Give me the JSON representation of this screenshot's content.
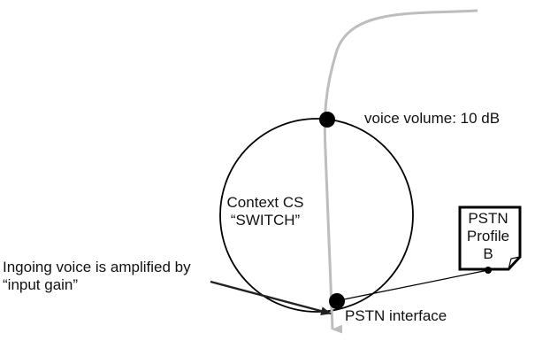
{
  "diagram": {
    "context": {
      "line1": "Context CS",
      "line2": "“SWITCH”"
    },
    "voice_volume": "voice volume: 10 dB",
    "pstn_profile": {
      "line1": "PSTN",
      "line2": "Profile",
      "line3": "B"
    },
    "ingoing_note": {
      "line1": "Ingoing voice is amplified by",
      "line2": "“input gain”"
    },
    "pstn_interface": "PSTN interface",
    "colors": {
      "signal_path": "#bdbdbd",
      "outline": "#000000",
      "text": "#111111"
    }
  }
}
